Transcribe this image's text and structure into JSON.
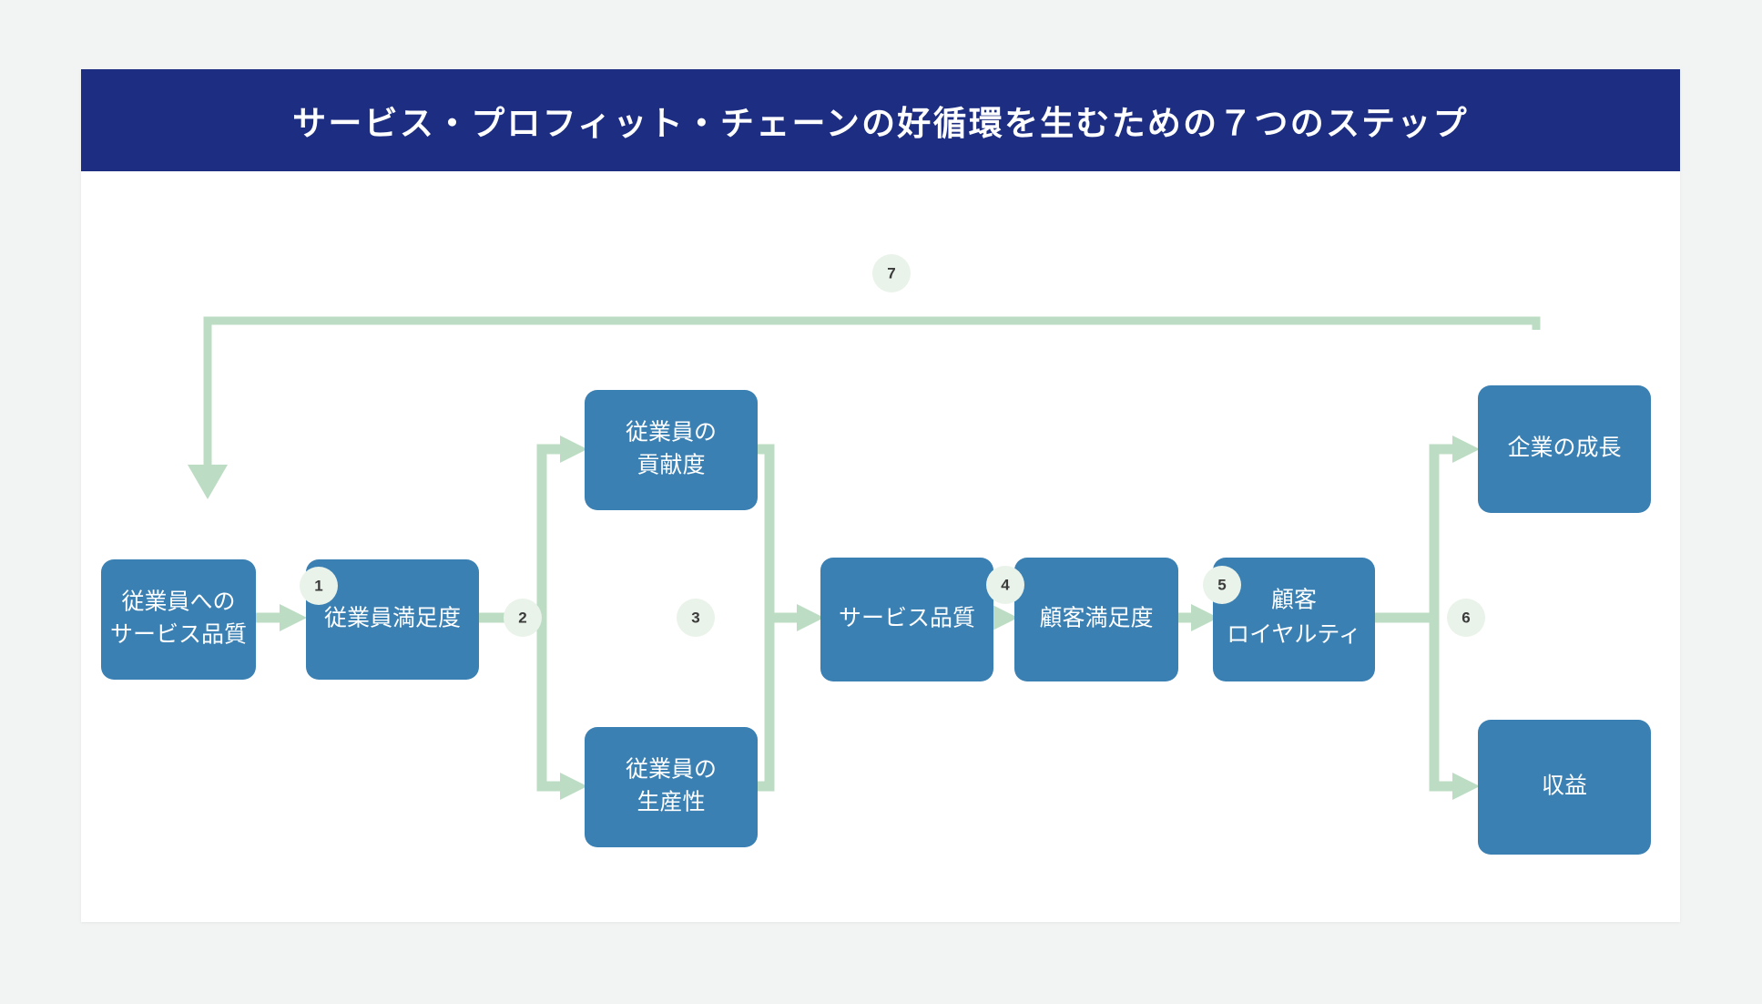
{
  "theme": {
    "page_background": "#f2f3f3",
    "card_background": "#ffffff",
    "header_color": "#1c2d82",
    "header_text_color": "#ffffff",
    "node_color": "#3a80b3",
    "node_text_color": "#ffffff",
    "connector_color": "#bcdcc3",
    "badge_fill": "#e9f3ea",
    "badge_text_color": "#3b3b3b"
  },
  "header": {
    "title": "サービス・プロフィット・チェーンの好循環を生むための７つのステップ"
  },
  "diagram": {
    "type": "flowchart",
    "nodes": [
      {
        "id": "employee-service-quality",
        "lines": [
          "従業員への",
          "サービス品質"
        ]
      },
      {
        "id": "employee-satisfaction",
        "lines": [
          "従業員満足度"
        ]
      },
      {
        "id": "employee-contribution",
        "lines": [
          "従業員の",
          "貢献度"
        ]
      },
      {
        "id": "employee-productivity",
        "lines": [
          "従業員の",
          "生産性"
        ]
      },
      {
        "id": "service-quality",
        "lines": [
          "サービス品質"
        ]
      },
      {
        "id": "customer-satisfaction",
        "lines": [
          "顧客満足度"
        ]
      },
      {
        "id": "customer-loyalty",
        "lines": [
          "顧客",
          "ロイヤルティ"
        ]
      },
      {
        "id": "company-growth",
        "lines": [
          "企業の成長"
        ]
      },
      {
        "id": "revenue",
        "lines": [
          "収益"
        ]
      }
    ],
    "steps": [
      {
        "number": "1",
        "from": "employee-service-quality",
        "to": "employee-satisfaction"
      },
      {
        "number": "2",
        "from": "employee-satisfaction",
        "to": "employee-contribution / employee-productivity"
      },
      {
        "number": "3",
        "from": "employee-contribution / employee-productivity",
        "to": "service-quality"
      },
      {
        "number": "4",
        "from": "service-quality",
        "to": "customer-satisfaction"
      },
      {
        "number": "5",
        "from": "customer-satisfaction",
        "to": "customer-loyalty"
      },
      {
        "number": "6",
        "from": "customer-loyalty",
        "to": "company-growth / revenue"
      },
      {
        "number": "7",
        "from": "company-growth",
        "to": "employee-service-quality"
      }
    ]
  }
}
